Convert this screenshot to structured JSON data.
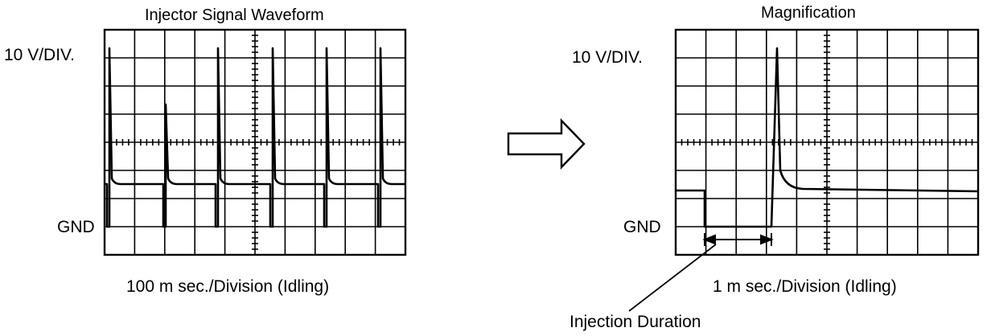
{
  "left_panel": {
    "title": "Injector Signal Waveform",
    "volt_scale": "10 V/DIV.",
    "gnd_label": "GND",
    "time_scale": "100 m sec./Division (Idling)"
  },
  "right_panel": {
    "title": "Magnification",
    "volt_scale": "10 V/DIV.",
    "gnd_label": "GND",
    "time_scale": "1 m sec./Division (Idling)",
    "annotation": "Injection Duration"
  },
  "arrow_icon": "right-hollow-arrow-icon",
  "colors": {
    "ink": "#000000",
    "background": "#ffffff"
  }
}
